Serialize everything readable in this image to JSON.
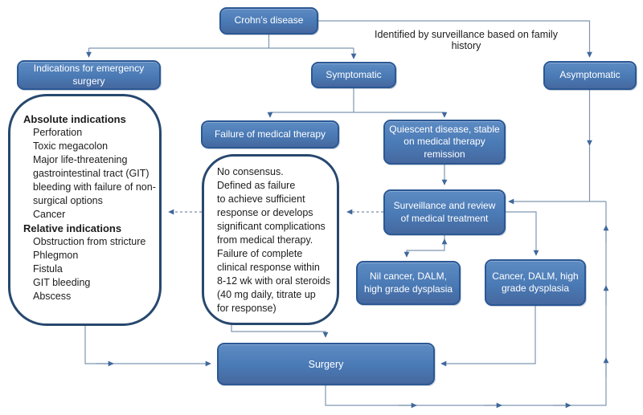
{
  "colors": {
    "node_fill": "#4c7db8",
    "node_border": "#2b5894",
    "panel_border": "#27486e",
    "connector": "#7f96b2",
    "dashed_connector": "#7d8ea3",
    "arrowhead": "#3f689c",
    "node_text": "#ffffff",
    "text_dark": "#1c1c1c"
  },
  "annotation": {
    "label": "Identified by surveillance based on family history"
  },
  "nodes": {
    "crohns": {
      "label": "Crohn’s disease"
    },
    "emergency": {
      "label": "Indications for emergency surgery"
    },
    "symptomatic": {
      "label": "Symptomatic"
    },
    "asymptomatic": {
      "label": "Asymptomatic"
    },
    "failure_medical": {
      "label": "Failure of medical therapy"
    },
    "quiescent": {
      "label": "Quiescent disease, stable on medical therapy remission"
    },
    "surveillance": {
      "label": "Surveillance and review of medical treatment"
    },
    "nil_cancer": {
      "label": "Nil cancer, DALM, high grade dysplasia"
    },
    "cancer": {
      "label": "Cancer, DALM, high grade dysplasia"
    },
    "surgery": {
      "label": "Surgery"
    }
  },
  "indications_panel": {
    "lines": [
      {
        "text": "Absolute indications",
        "bold": true
      },
      {
        "text": "Perforation",
        "indent": true
      },
      {
        "text": "Toxic megacolon",
        "indent": true
      },
      {
        "text": "Major life-threatening",
        "indent": true
      },
      {
        "text": "gastrointestinal tract (GIT)",
        "indent": true
      },
      {
        "text": "bleeding with failure of non-",
        "indent": true
      },
      {
        "text": "surgical options",
        "indent": true
      },
      {
        "text": "Cancer",
        "indent": true
      },
      {
        "text": "Relative indications",
        "bold": true
      },
      {
        "text": "Obstruction from stricture",
        "indent": true
      },
      {
        "text": "Phlegmon",
        "indent": true
      },
      {
        "text": "Fistula",
        "indent": true
      },
      {
        "text": "GIT bleeding",
        "indent": true
      },
      {
        "text": "Abscess",
        "indent": true
      }
    ]
  },
  "consensus_panel": {
    "lines": [
      {
        "text": "No consensus."
      },
      {
        "text": "Defined as failure"
      },
      {
        "text": "to achieve sufficient"
      },
      {
        "text": "response or develops"
      },
      {
        "text": "significant complications"
      },
      {
        "text": "from medical therapy."
      },
      {
        "text": "Failure of complete"
      },
      {
        "text": "clinical response within"
      },
      {
        "text": "8-12 wk with oral steroids"
      },
      {
        "text": "(40 mg daily, titrate up"
      },
      {
        "text": "for response)"
      }
    ]
  }
}
